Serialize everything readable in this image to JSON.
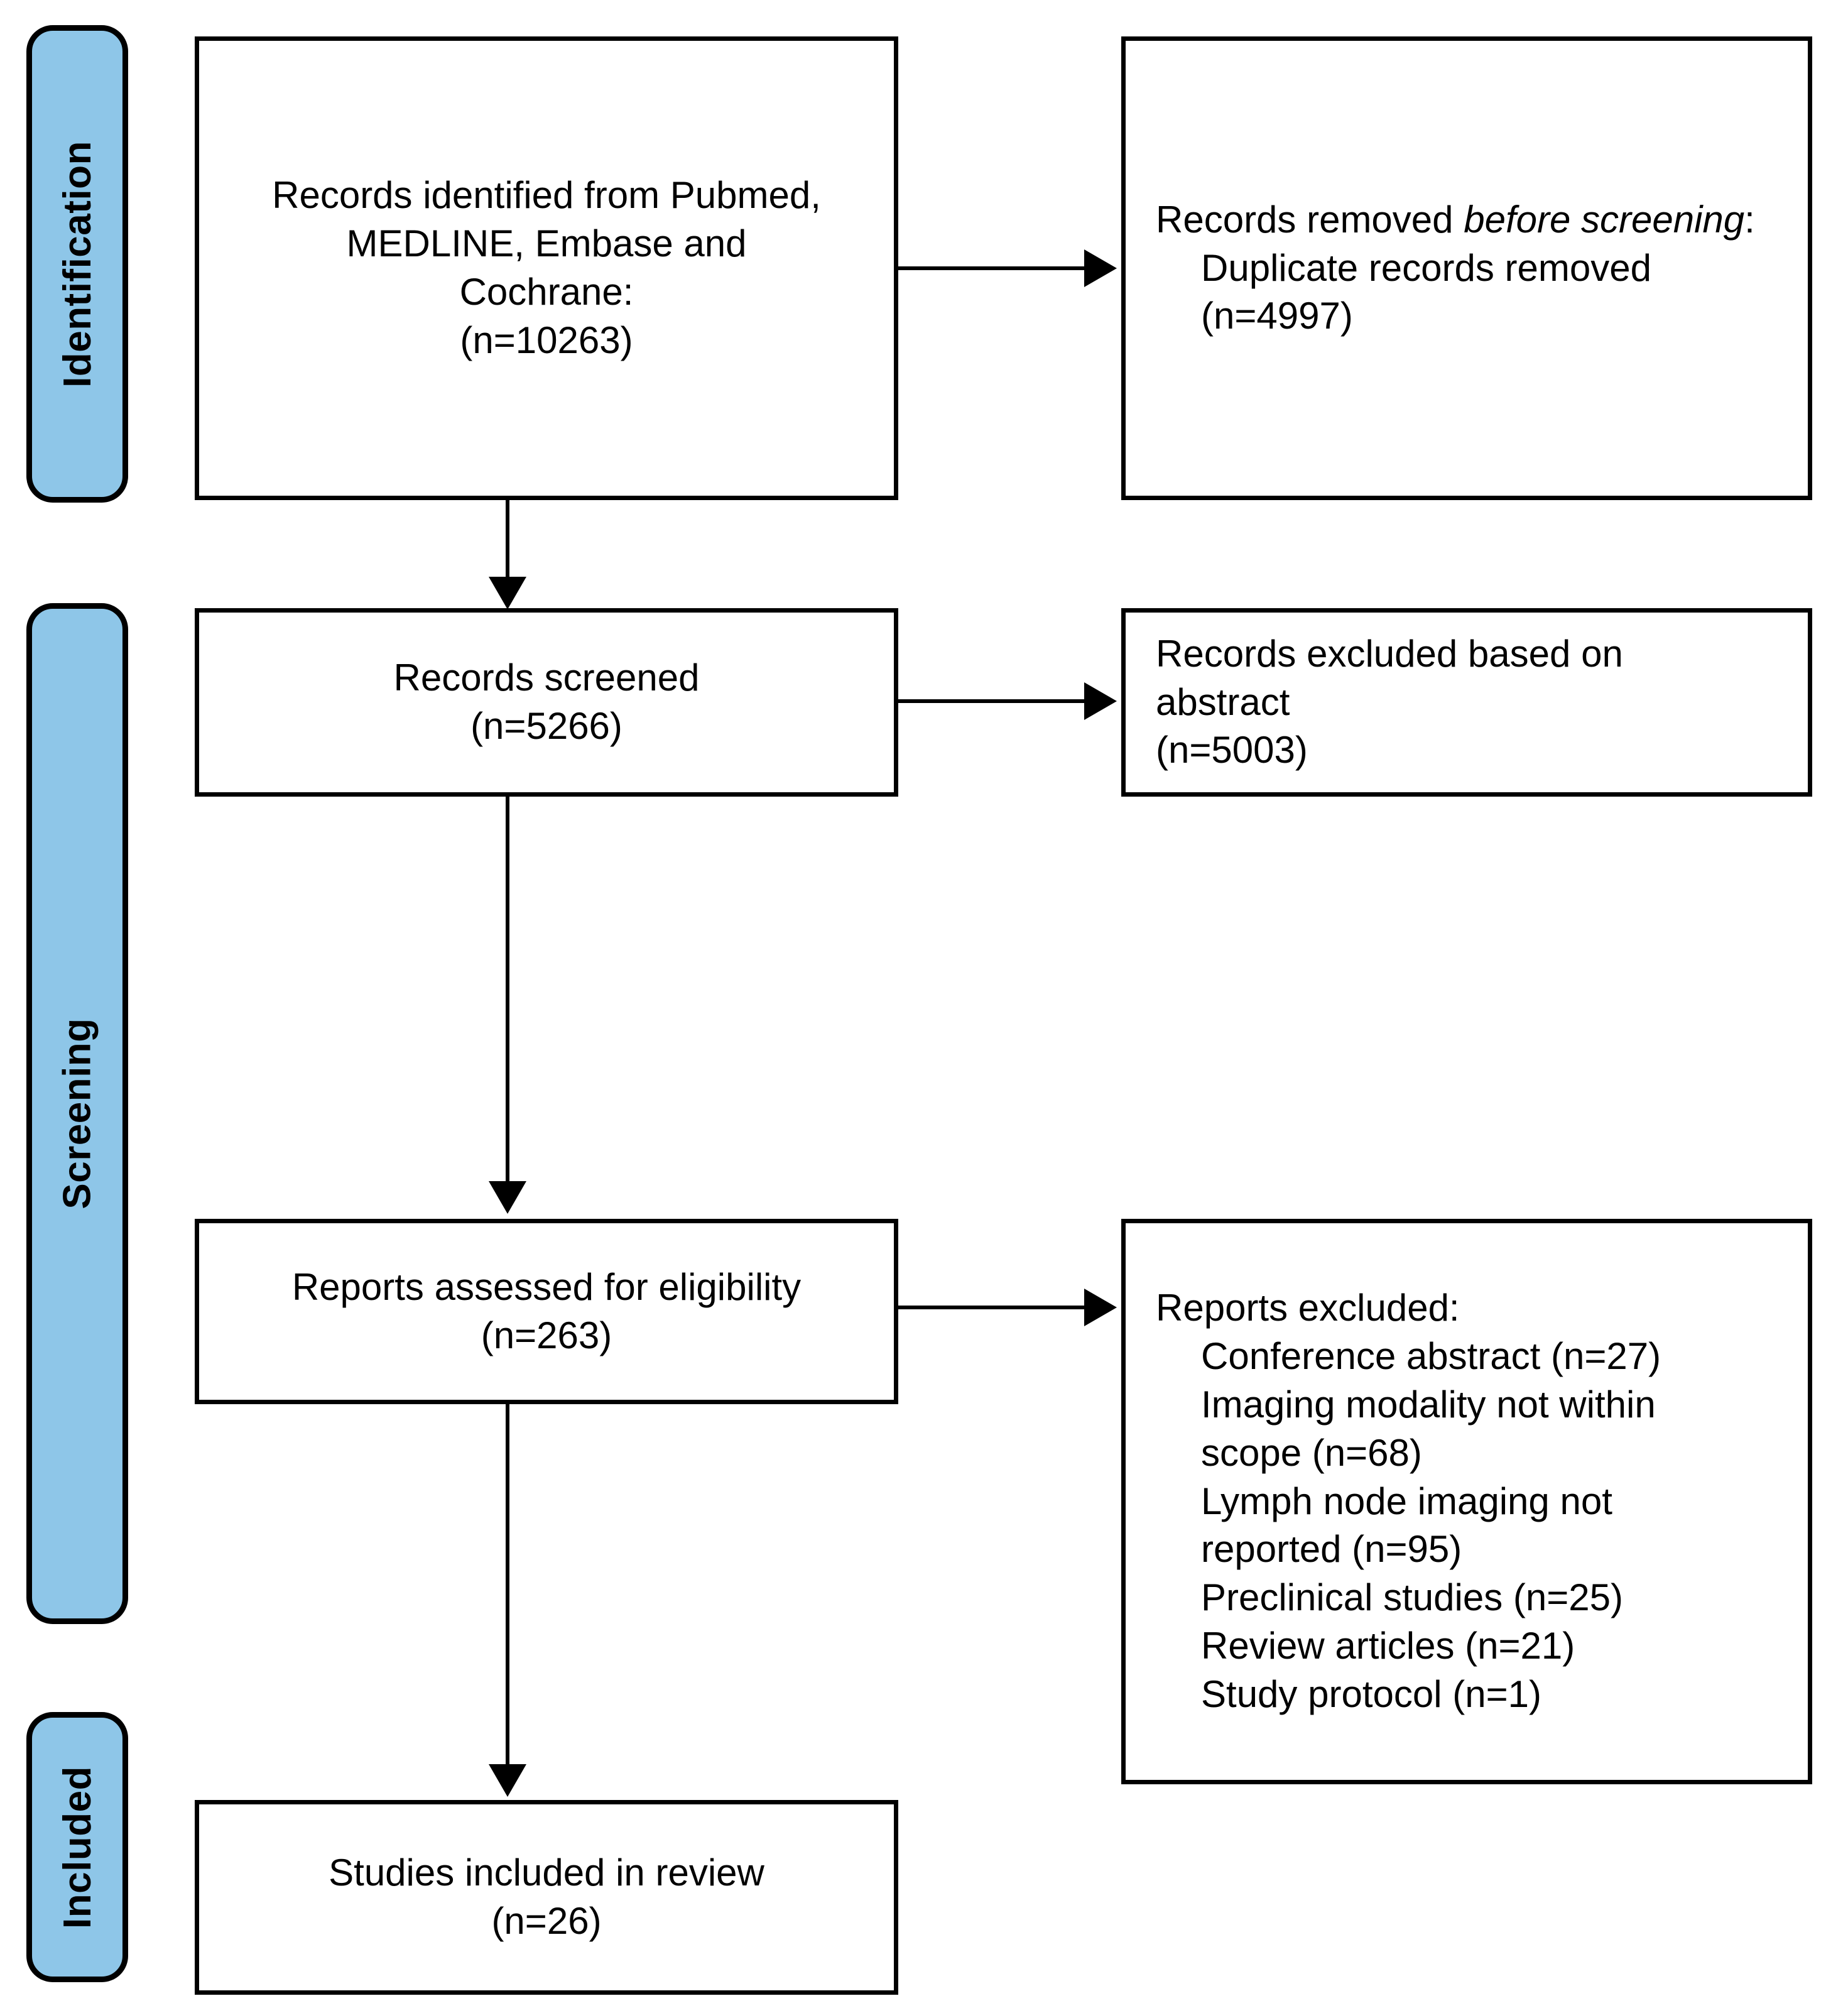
{
  "diagram": {
    "title": "PRISMA 2020 flow diagram",
    "type": "prisma-flow",
    "accent_color": "#8EC6E8",
    "line_color": "#000000",
    "background_color": "#FFFFFF"
  },
  "stages": [
    {
      "id": "identification",
      "label": "Identification"
    },
    {
      "id": "screening",
      "label": "Screening"
    },
    {
      "id": "included",
      "label": "Included"
    }
  ],
  "boxes": {
    "identified": {
      "line1": "Records identified from Pubmed,",
      "line2": "MEDLINE, Embase and",
      "line3": "Cochrane:",
      "line4": "(n=10263)",
      "count": 10263
    },
    "removed_before_screening": {
      "heading_plain": "Records removed ",
      "heading_italic": "before screening",
      "heading_colon": ":",
      "item1": "Duplicate records removed",
      "item2": "(n=4997)",
      "count": 4997
    },
    "records_screened": {
      "line1": "Records screened",
      "line2": "(n=5266)",
      "count": 5266
    },
    "records_excluded": {
      "line1": "Records excluded based on",
      "line2": "abstract",
      "line3": "(n=5003)",
      "count": 5003
    },
    "reports_assessed": {
      "line1": "Reports assessed for eligibility",
      "line2": "(n=263)",
      "count": 263
    },
    "reports_excluded": {
      "heading": "Reports excluded:",
      "reasons": [
        "Conference abstract (n=27)",
        "Imaging modality not within",
        "scope (n=68)",
        "Lymph node imaging not",
        "reported (n=95)",
        "Preclinical studies (n=25)",
        "Review articles (n=21)",
        "Study protocol (n=1)"
      ],
      "counts": {
        "conference_abstract": 27,
        "imaging_modality_not_within_scope": 68,
        "lymph_node_imaging_not_reported": 95,
        "preclinical_studies": 25,
        "review_articles": 21,
        "study_protocol": 1
      }
    },
    "studies_included": {
      "line1": "Studies included in review",
      "line2": "(n=26)",
      "count": 26
    }
  }
}
